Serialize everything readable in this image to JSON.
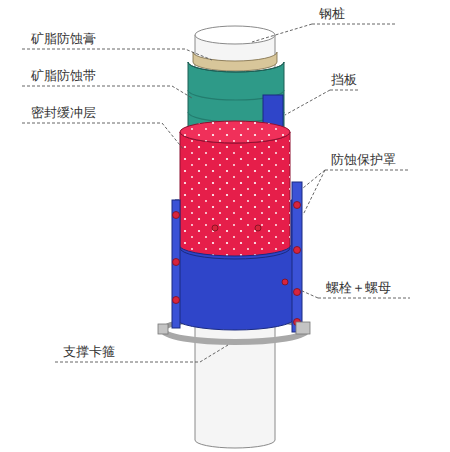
{
  "diagram": {
    "labels": [
      "钢桩",
      "矿脂防蚀膏",
      "矿脂防蚀带",
      "挡板",
      "密封缓冲层",
      "防蚀保护罩",
      "螺栓＋螺母",
      "支撑卡箍"
    ]
  }
}
